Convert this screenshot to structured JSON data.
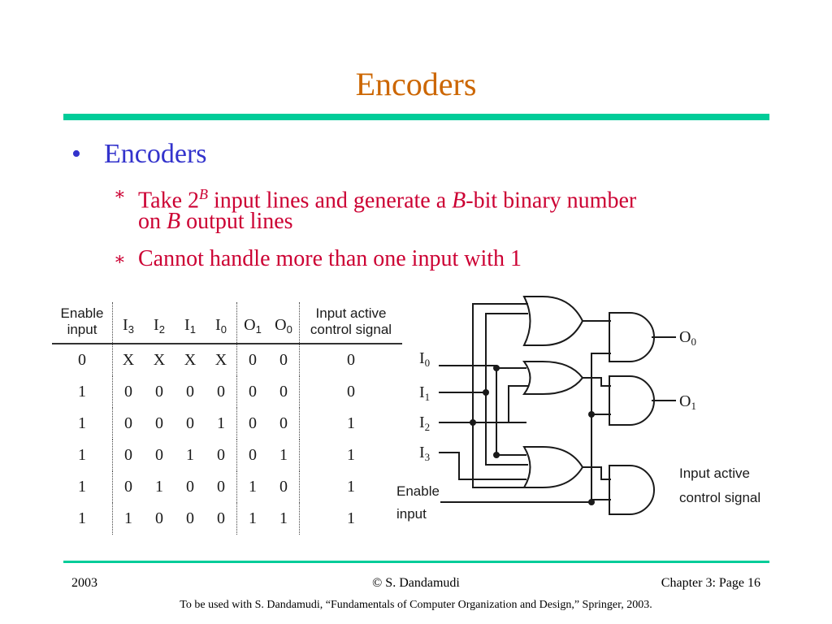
{
  "slide": {
    "title": "Encoders",
    "bullet": "Encoders",
    "sub_bullets": [
      {
        "line1_a": "Take 2",
        "line1_sup": "B",
        "line1_b": " input lines and generate a ",
        "line1_c": "B",
        "line1_d": "-bit binary number",
        "line2_a": "on ",
        "line2_b": "B",
        "line2_c": " output lines"
      },
      {
        "text": "Cannot handle more than one input with 1"
      }
    ]
  },
  "truth_table": {
    "headers": {
      "enable_line1": "Enable",
      "enable_line2": "input",
      "i3": "I",
      "i3_sub": "3",
      "i2": "I",
      "i2_sub": "2",
      "i1": "I",
      "i1_sub": "1",
      "i0": "I",
      "i0_sub": "0",
      "o1": "O",
      "o1_sub": "1",
      "o0": "O",
      "o0_sub": "0",
      "signal_line1": "Input active",
      "signal_line2": "control signal"
    },
    "rows": [
      [
        "0",
        "X",
        "X",
        "X",
        "X",
        "0",
        "0",
        "0"
      ],
      [
        "1",
        "0",
        "0",
        "0",
        "0",
        "0",
        "0",
        "0"
      ],
      [
        "1",
        "0",
        "0",
        "0",
        "1",
        "0",
        "0",
        "1"
      ],
      [
        "1",
        "0",
        "0",
        "1",
        "0",
        "0",
        "1",
        "1"
      ],
      [
        "1",
        "0",
        "1",
        "0",
        "0",
        "1",
        "0",
        "1"
      ],
      [
        "1",
        "1",
        "0",
        "0",
        "0",
        "1",
        "1",
        "1"
      ]
    ]
  },
  "circuit": {
    "inputs": [
      {
        "letter": "I",
        "sub": "0"
      },
      {
        "letter": "I",
        "sub": "1"
      },
      {
        "letter": "I",
        "sub": "2"
      },
      {
        "letter": "I",
        "sub": "3"
      }
    ],
    "enable_line1": "Enable",
    "enable_line2": "input",
    "output0": "O",
    "output0_sub": "0",
    "output1": "O",
    "output1_sub": "1",
    "signal_line1": "Input active",
    "signal_line2": "control signal"
  },
  "footer": {
    "year": "2003",
    "author": "© S. Dandamudi",
    "page": "Chapter 3: Page 16",
    "note": "To be used with S. Dandamudi, “Fundamentals of Computer Organization and Design,” Springer, 2003."
  }
}
